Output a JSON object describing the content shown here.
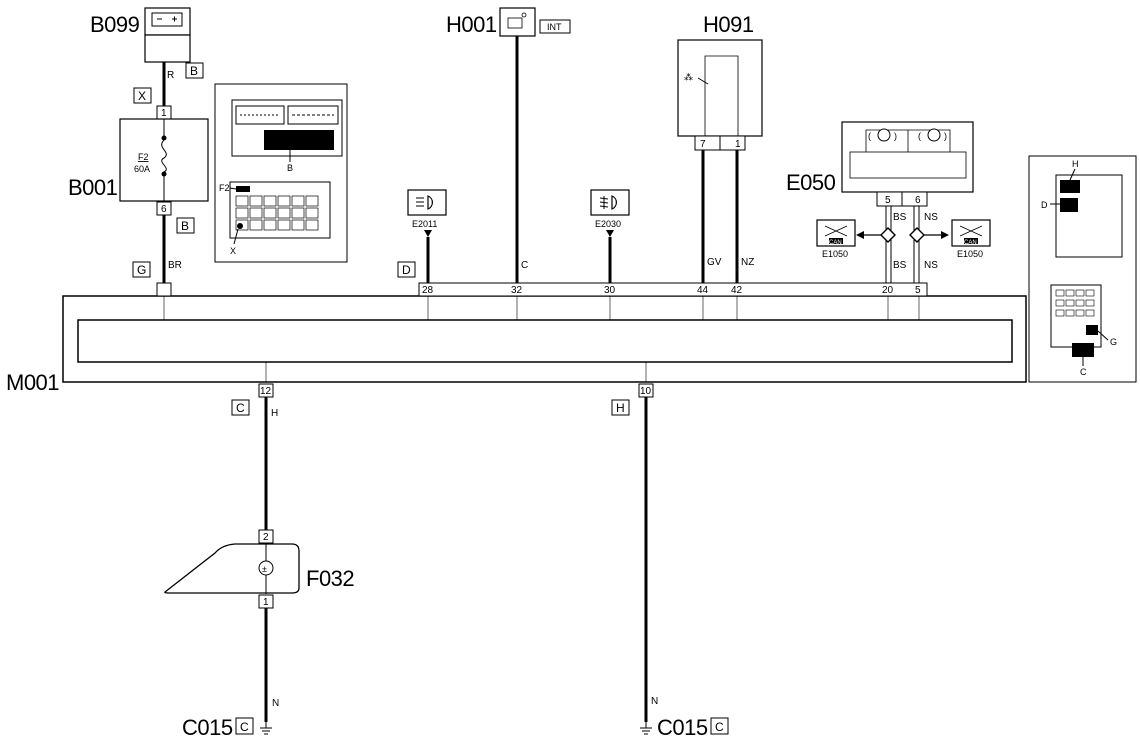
{
  "components": {
    "battery": "B099",
    "fuse_box": "B001",
    "fuse_name": "F2",
    "fuse_rating": "60A",
    "switch": "H001",
    "switch_tag": "INT",
    "rear_fog_switch": "H091",
    "body_computer": "M001",
    "instrument_panel": "E050",
    "motor": "F032",
    "ground_1": "C015",
    "ground_2": "C015",
    "warn_light_1": "E2011",
    "warn_light_2": "E2030",
    "can_1": "E1050",
    "can_2": "E1050",
    "can_badge": "CAN"
  },
  "connectors": {
    "b099_conn": "B",
    "b001_in": "X",
    "b001_out": "B",
    "m001_g": "G",
    "m001_d": "D",
    "m001_c": "C",
    "m001_h": "H",
    "gnd1_tag": "C",
    "gnd2_tag": "C"
  },
  "pins": {
    "b001_in": "1",
    "b001_out": "6",
    "m001_28": "28",
    "m001_32": "32",
    "m001_30": "30",
    "m001_44": "44",
    "m001_42": "42",
    "m001_20": "20",
    "m001_5": "5",
    "m001_12": "12",
    "m001_10": "10",
    "h091_7": "7",
    "h091_1": "1",
    "e050_5": "5",
    "e050_6": "6",
    "f032_2": "2",
    "f032_1": "1"
  },
  "wires": {
    "r": "R",
    "br": "BR",
    "c": "C",
    "gv": "GV",
    "nz": "NZ",
    "bs_top": "BS",
    "bs_bottom": "BS",
    "ns_top": "NS",
    "ns_bottom": "NS",
    "h": "H",
    "n1": "N",
    "n2": "N"
  },
  "inset_labels": {
    "fuse_box_b": "B",
    "fuse_box_f2": "F2",
    "fuse_box_x": "X",
    "bc_h": "H",
    "bc_d": "D",
    "bc_g": "G",
    "bc_c": "C"
  }
}
